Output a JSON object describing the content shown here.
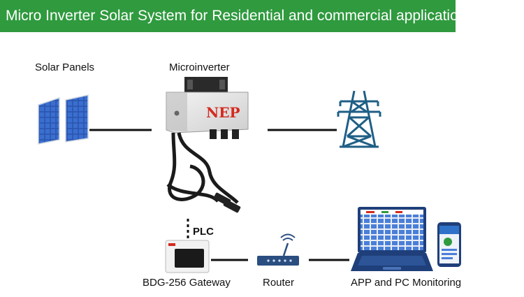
{
  "banner": {
    "title": "Micro Inverter Solar System for Residential and commercial application"
  },
  "labels": {
    "solar_panels": "Solar Panels",
    "microinverter": "Microinverter",
    "plc": "PLC",
    "gateway": "BDG-256 Gateway",
    "router": "Router",
    "monitoring": "APP and PC Monitoring"
  },
  "inverter_brand": "NEP",
  "colors": {
    "banner": "#2f9a3e",
    "pylon": "#1f5f86",
    "router": "#2b4e80",
    "laptop": "#1f3f7a",
    "brand_red": "#d42a1f"
  }
}
